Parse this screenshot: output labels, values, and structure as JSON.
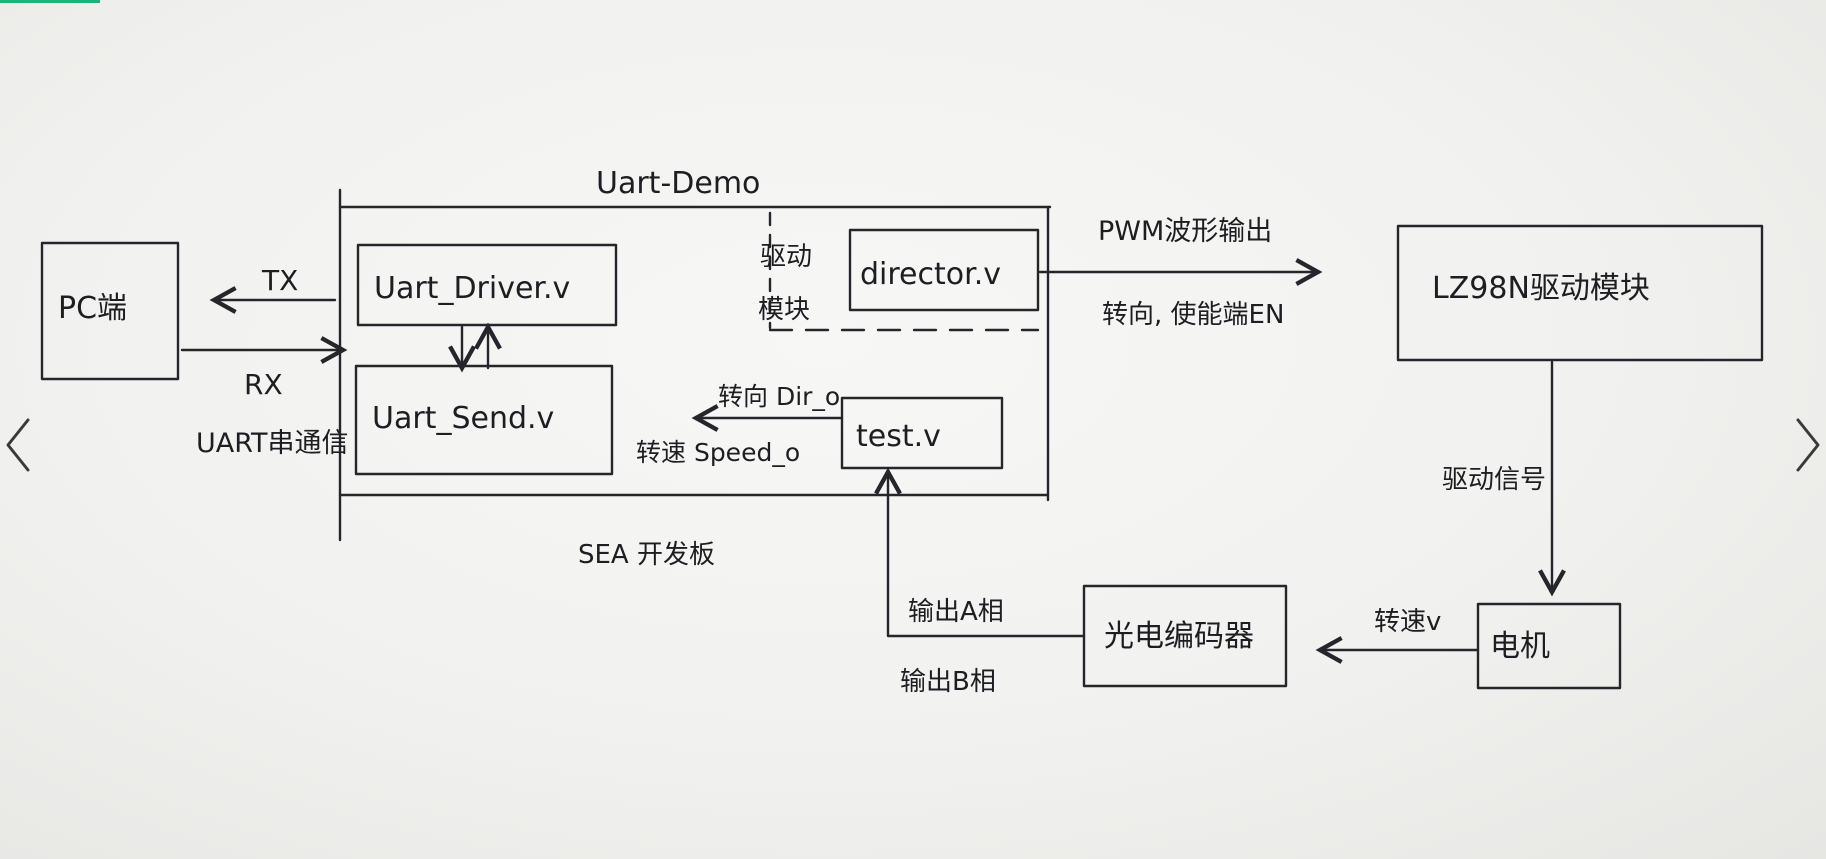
{
  "viewer": {
    "prev_icon": "chevron-left-icon",
    "next_icon": "chevron-right-icon",
    "accent_color": "#1bb37a"
  },
  "diagram": {
    "board_title": "Uart-Demo",
    "board_caption": "SEA 开发板",
    "pc": "PC端",
    "tx": "TX",
    "rx": "RX",
    "uart_link": "UART串通信",
    "uart_driver": "Uart_Driver.v",
    "uart_send": "Uart_Send.v",
    "drive_module_line1": "驱动",
    "drive_module_line2": "模块",
    "director": "director.v",
    "test": "test.v",
    "dir_signal": "转向 Dir_o",
    "speed_signal": "转速 Speed_o",
    "pwm_out": "PWM波形输出",
    "dir_en": "转向, 使能端EN",
    "lz98n": "LZ98N驱动模块",
    "drive_signal": "驱动信号",
    "motor": "电机",
    "speed_v": "转速v",
    "encoder": "光电编码器",
    "phase_a": "输出A相",
    "phase_b": "输出B相"
  }
}
